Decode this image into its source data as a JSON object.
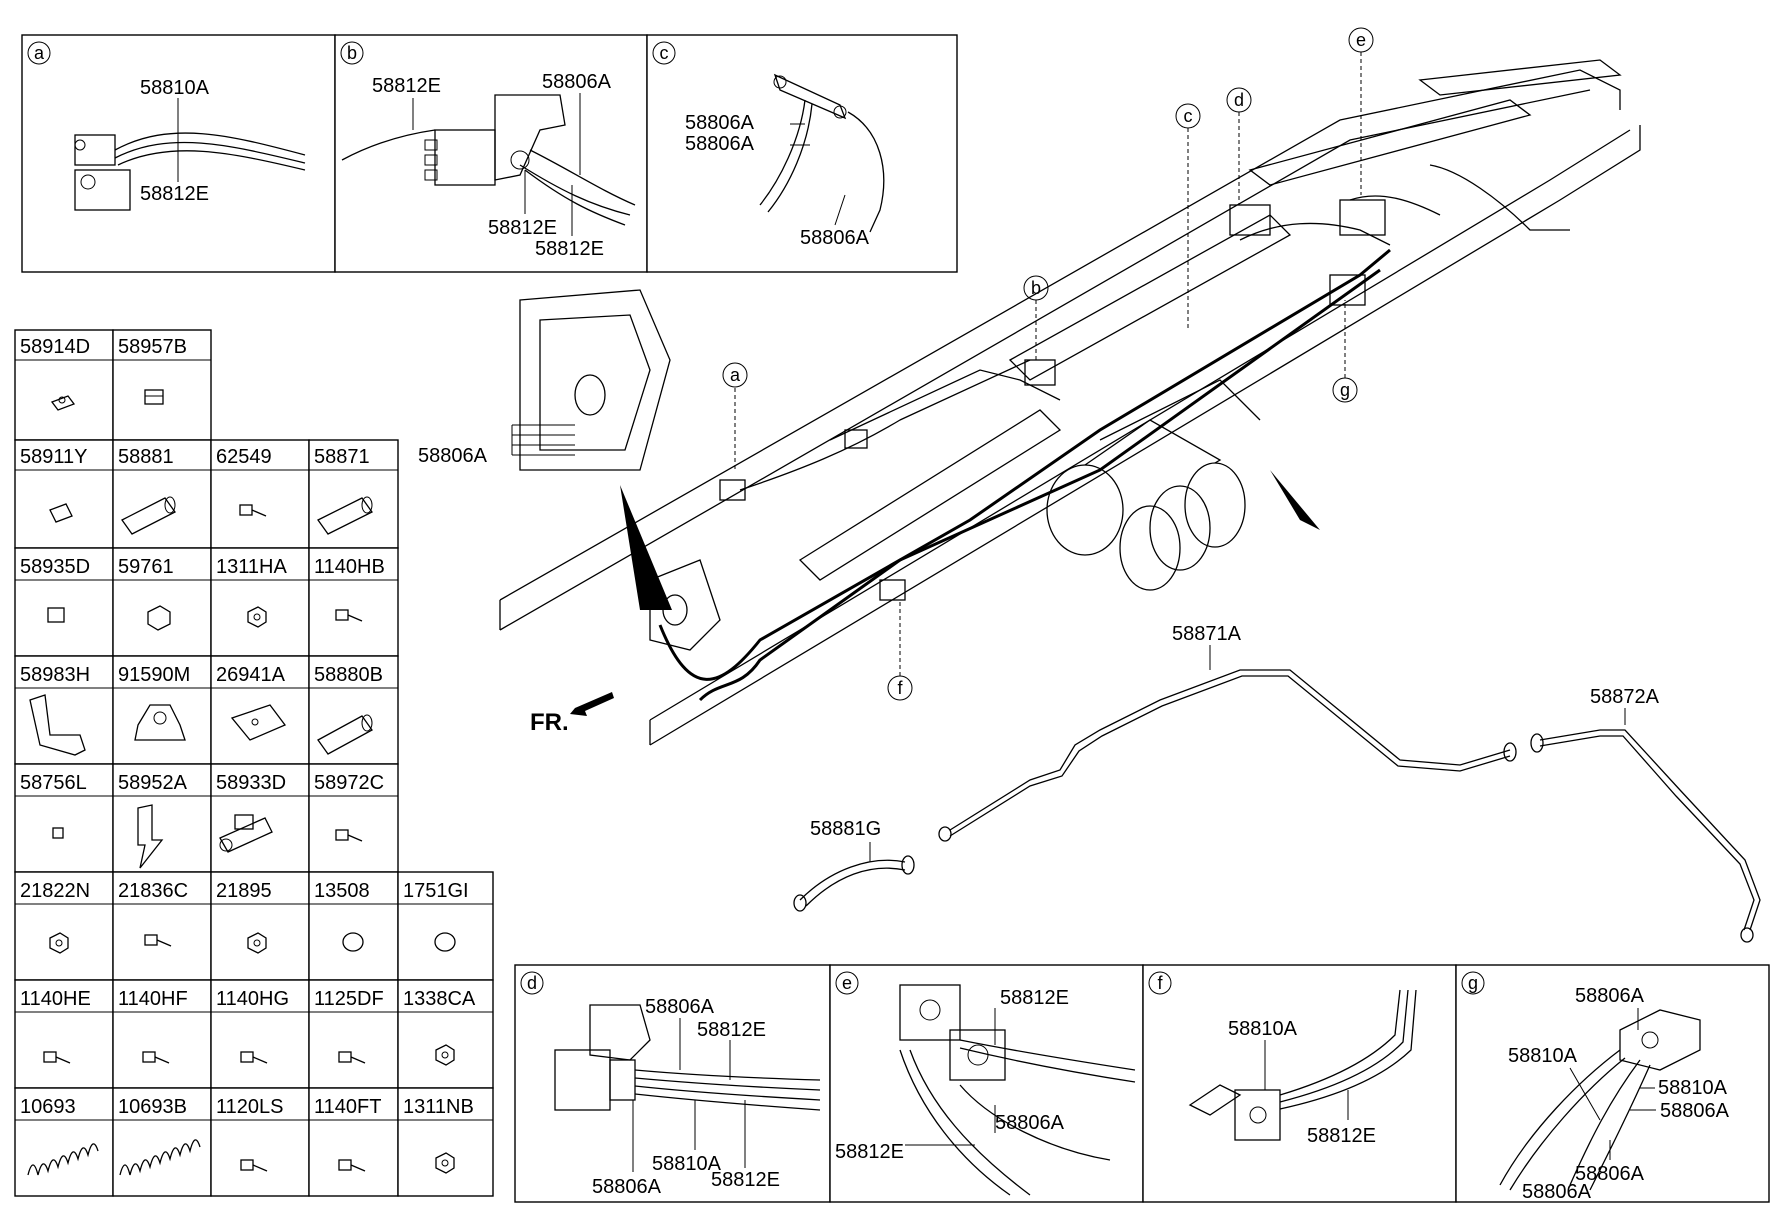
{
  "detail_views": {
    "a": {
      "letter": "a",
      "labels": [
        "58810A",
        "58812E"
      ]
    },
    "b": {
      "letter": "b",
      "labels": [
        "58812E",
        "58806A",
        "58812E",
        "58812E"
      ]
    },
    "c": {
      "letter": "c",
      "labels": [
        "58806A",
        "58806A",
        "58806A"
      ]
    },
    "d": {
      "letter": "d",
      "labels": [
        "58806A",
        "58812E",
        "58810A",
        "58806A",
        "58812E"
      ]
    },
    "e": {
      "letter": "e",
      "labels": [
        "58812E",
        "58812E",
        "58806A"
      ]
    },
    "f": {
      "letter": "f",
      "labels": [
        "58810A",
        "58812E"
      ]
    },
    "g": {
      "letter": "g",
      "labels": [
        "58806A",
        "58810A",
        "58810A",
        "58806A",
        "58806A",
        "58806A"
      ]
    }
  },
  "parts_table": {
    "rows": [
      [
        "58914D",
        "58957B"
      ],
      [
        "58911Y",
        "58881",
        "62549",
        "58871"
      ],
      [
        "58935D",
        "59761",
        "1311HA",
        "1140HB"
      ],
      [
        "58983H",
        "91590M",
        "26941A",
        "58880B"
      ],
      [
        "58756L",
        "58952A",
        "58933D",
        "58972C"
      ],
      [
        "21822N",
        "21836C",
        "21895",
        "13508",
        "1751GI"
      ],
      [
        "1140HE",
        "1140HF",
        "1140HG",
        "1125DF",
        "1338CA"
      ],
      [
        "10693",
        "10693B",
        "1120LS",
        "1140FT",
        "1311NB"
      ]
    ]
  },
  "main_view": {
    "callouts": [
      "a",
      "b",
      "c",
      "d",
      "e",
      "f",
      "g"
    ],
    "part_labels": {
      "tank_line": "58806A",
      "tube_main": "58871A",
      "tube_rear": "58872A",
      "hose": "58881G"
    },
    "front_label": "FR."
  }
}
